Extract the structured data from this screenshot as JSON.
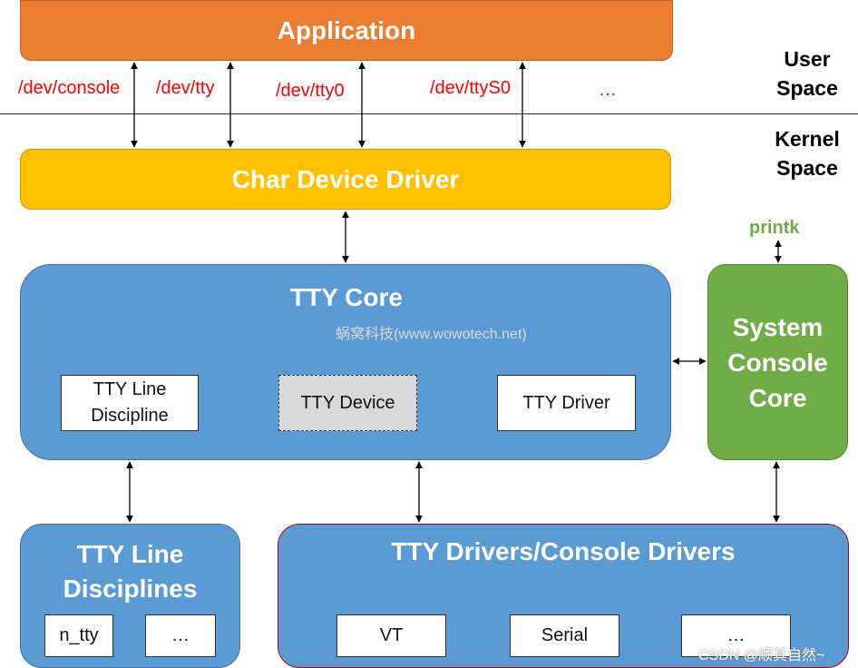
{
  "application": "Application",
  "user_space": [
    "User",
    "Space"
  ],
  "kernel_space": [
    "Kernel",
    "Space"
  ],
  "device_nodes": [
    "/dev/console",
    "/dev/tty",
    "/dev/tty0",
    "/dev/ttyS0",
    "…"
  ],
  "char_device_driver": "Char Device Driver",
  "printk": "printk",
  "tty_core": {
    "title": "TTY Core",
    "line_discipline": [
      "TTY Line",
      "Discipline"
    ],
    "device": "TTY Device",
    "driver": "TTY Driver"
  },
  "system_console_core": [
    "System",
    "Console",
    "Core"
  ],
  "tty_line_disciplines": {
    "title": [
      "TTY Line",
      "Disciplines"
    ],
    "items": [
      "n_tty",
      "…"
    ]
  },
  "tty_drivers": {
    "title": "TTY Drivers/Console Drivers",
    "items": [
      "VT",
      "Serial",
      "…"
    ]
  },
  "watermark": "蜗窝科技(www.wowotech.net)",
  "csdn_watermark": "CSDN @顺其自然~",
  "colors": {
    "application": "#ed7d31",
    "char_device": "#ffc000",
    "tty_core": "#5b9bd5",
    "console_core": "#70ad47",
    "printk": "#70ad47",
    "device_node": "#ff0000",
    "drivers_border": "#c00000"
  }
}
